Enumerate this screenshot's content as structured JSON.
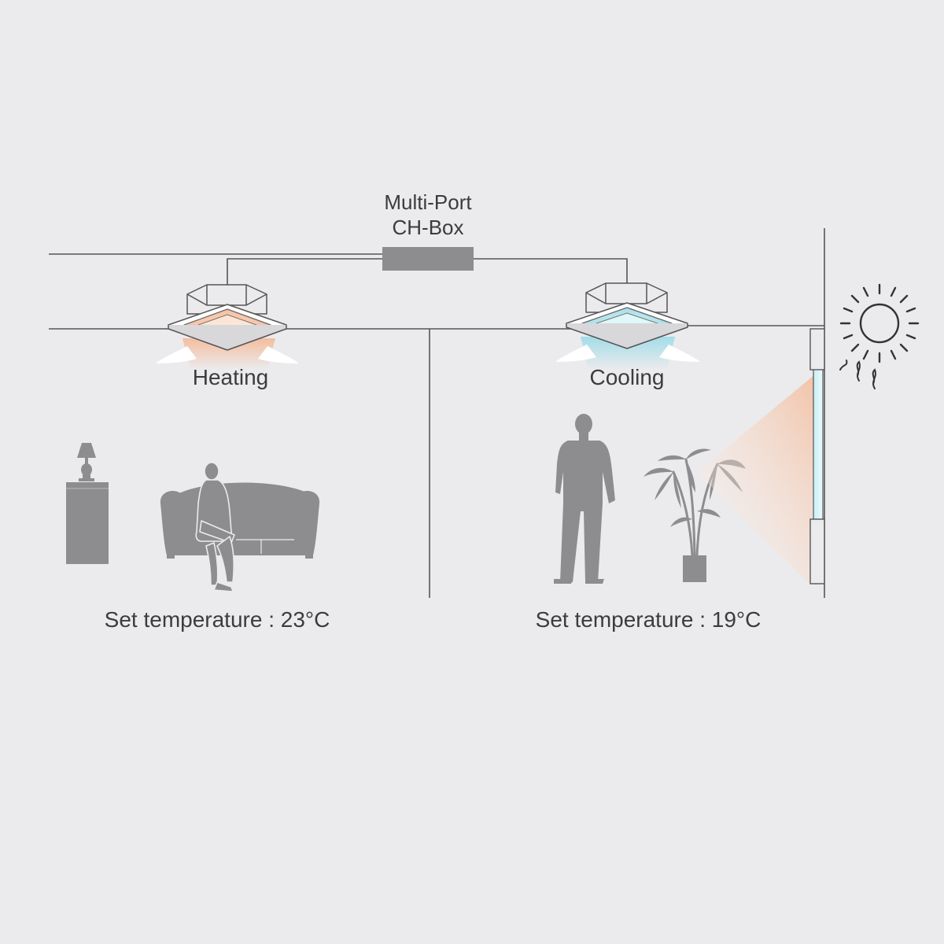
{
  "diagram": {
    "ch_box_label_line1": "Multi-Port",
    "ch_box_label_line2": "CH-Box",
    "left_room": {
      "mode_label": "Heating",
      "set_temperature_label": "Set temperature : 23°C"
    },
    "right_room": {
      "mode_label": "Cooling",
      "set_temperature_label": "Set temperature : 19°C"
    }
  },
  "colors": {
    "background": "#ebebed",
    "line": "#555555",
    "silhouette": "#8d8d8f",
    "heating_accent": "#f7c8ae",
    "cooling_accent": "#a6dfea",
    "ch_box": "#8d8d8f",
    "sunlight": "#f7c2a4"
  },
  "icons": {
    "sun": "sun-icon",
    "heat_waves": "heat-waves-icon",
    "lamp": "lamp-icon",
    "sofa": "sofa-icon",
    "seated_person": "seated-person-icon",
    "standing_person": "standing-person-icon",
    "plant": "plant-icon"
  }
}
